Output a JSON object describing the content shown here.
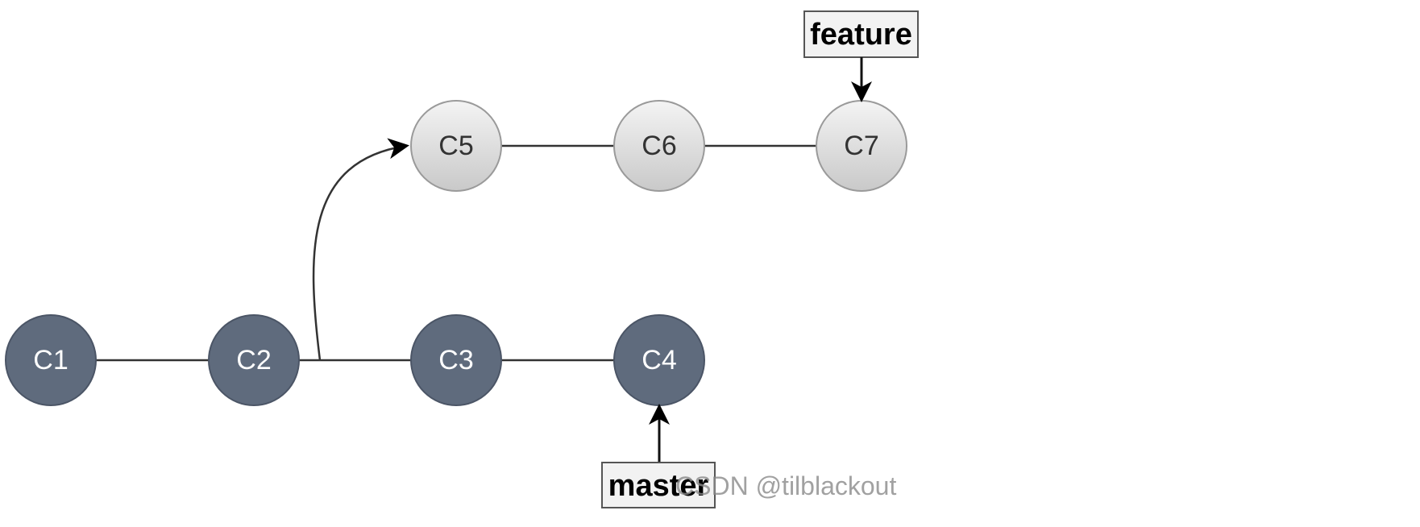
{
  "diagram": {
    "commits": {
      "c1": "C1",
      "c2": "C2",
      "c3": "C3",
      "c4": "C4",
      "c5": "C5",
      "c6": "C6",
      "c7": "C7"
    },
    "branches": {
      "master": "master",
      "feature": "feature"
    },
    "colors": {
      "main_commit_fill": "#5f6b7d",
      "main_commit_stroke": "#4b5566",
      "feature_commit_fill_top": "#f2f2f2",
      "feature_commit_fill_bottom": "#cccccc",
      "feature_commit_stroke": "#9a9a9a",
      "label_fill": "#f2f2f2",
      "label_stroke": "#555555"
    }
  },
  "watermark": {
    "text": "CSDN @tilblackout"
  }
}
